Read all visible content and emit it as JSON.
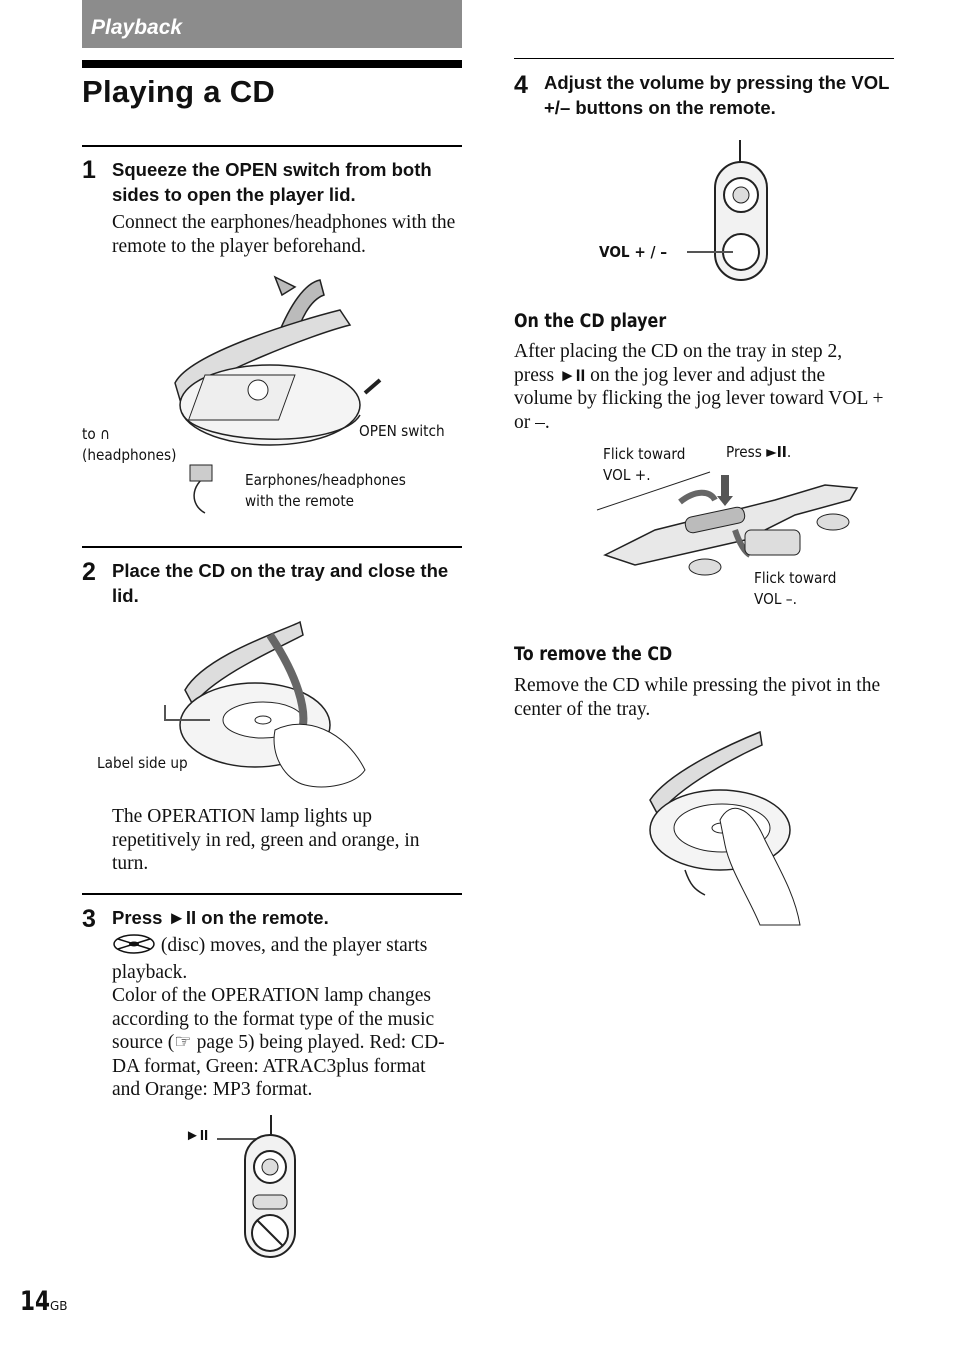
{
  "header": {
    "section": "Playback",
    "title": "Playing a CD"
  },
  "steps": [
    {
      "num": "1",
      "head": "Squeeze the OPEN switch from both sides to open the player lid.",
      "body": "Connect the earphones/headphones with the remote to the player beforehand."
    },
    {
      "num": "2",
      "head": "Place the CD on the tray and close the lid.",
      "body": "The OPERATION lamp lights up repetitively in red, green and orange, in turn."
    },
    {
      "num": "3",
      "head_a": "Press ",
      "head_b": " on the remote.",
      "body_a": " (disc) moves, and the player starts playback.",
      "body_b": "Color of the OPERATION lamp changes according to the format type of the music source (",
      "body_c": " page 5) being played. Red: CD-DA format, Green: ATRAC3plus format and Orange: MP3 format."
    },
    {
      "num": "4",
      "head": "Adjust the volume by pressing the VOL +/– buttons on the remote."
    }
  ],
  "figure1": {
    "to": "to",
    "headphones": "(headphones)",
    "open_switch": "OPEN switch",
    "earphones": "Earphones/headphones",
    "with_remote": "with the remote"
  },
  "figure2": {
    "label_side": "Label side up"
  },
  "figure3": {
    "play_pause": "►II"
  },
  "figure4": {
    "vol": "VOL + / –"
  },
  "cd_player": {
    "title": "On the CD player",
    "body_a": "After placing the CD on the tray in step 2, press ",
    "body_b": " on the jog lever and adjust the volume by flicking the jog lever toward VOL + or –.",
    "flick_plus_1": "Flick toward",
    "flick_plus_2": "VOL +.",
    "press": "Press ",
    "press_end": ".",
    "flick_minus_1": "Flick toward",
    "flick_minus_2": "VOL –."
  },
  "remove": {
    "title": "To remove the CD",
    "body": "Remove the CD while pressing the pivot in the center of the tray."
  },
  "footer": {
    "page": "14",
    "lang": "GB"
  },
  "symbols": {
    "play_pause": "►II",
    "disc_icon": "disc-icon",
    "pointer_icon": "pointing-hand-icon",
    "headphone_icon": "headphone-icon"
  }
}
